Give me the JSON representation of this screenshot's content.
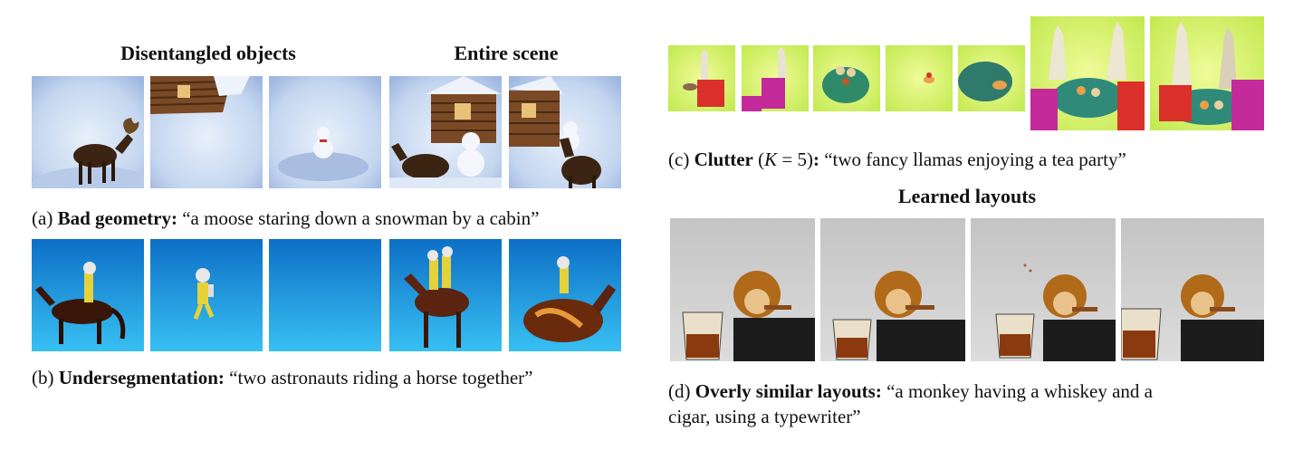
{
  "panel_a": {
    "header_left": "Disentangled objects",
    "header_right": "Entire scene",
    "label": "(a)",
    "bold": "Bad geometry:",
    "quote": "“a moose staring down a snowman by a cabin”"
  },
  "panel_b": {
    "label": "(b)",
    "bold": "Undersegmentation:",
    "quote": "“two astronauts riding a horse together”"
  },
  "panel_c": {
    "label": "(c)",
    "bold": "Clutter",
    "param_open": "(",
    "param_var": "K",
    "param_rest": " = 5)",
    "colon": ":",
    "quote": "“two fancy llamas enjoying a tea party”"
  },
  "panel_d": {
    "header": "Learned layouts",
    "label": "(d)",
    "bold": "Overly similar layouts:",
    "quote_line1": "“a monkey having a whiskey and a",
    "quote_line2": "cigar, using a typewriter”"
  },
  "colors": {
    "snow": "#c9dbf2",
    "sky_blue": "#1e9be0",
    "lime": "#d9f26a",
    "gray": "#c9c9c9"
  }
}
